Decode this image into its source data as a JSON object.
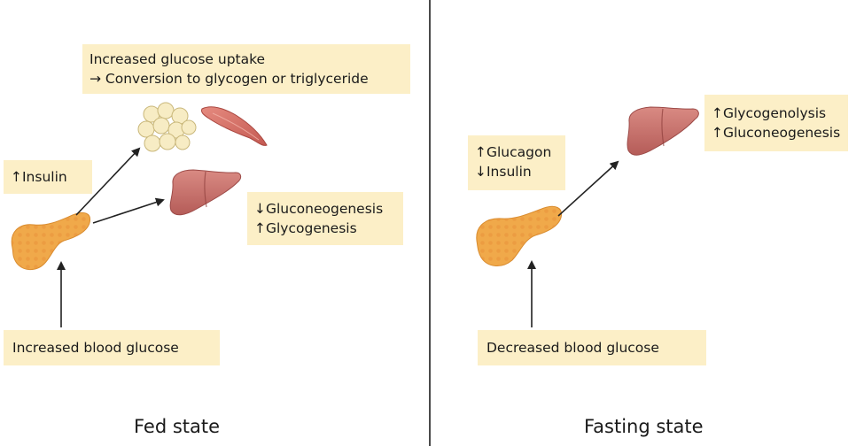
{
  "fed": {
    "caption": "Fed state",
    "uptake_box": {
      "line1": "Increased glucose uptake",
      "line2": "→ Conversion to glycogen or triglyceride"
    },
    "insulin_box": {
      "line1": "↑Insulin"
    },
    "liver_box": {
      "line1": "↓Gluconeogenesis",
      "line2": "↑Glycogenesis"
    },
    "blood_box": {
      "line1": "Increased blood glucose"
    }
  },
  "fasting": {
    "caption": "Fasting state",
    "hormone_box": {
      "line1": "↑Glucagon",
      "line2": "↓Insulin"
    },
    "liver_box": {
      "line1": "↑Glycogenolysis",
      "line2": "↑Gluconeogenesis"
    },
    "blood_box": {
      "line1": "Decreased blood glucose"
    }
  },
  "colors": {
    "box_fill": "#fcefc7",
    "pancreas": "#f0a94a",
    "liver": "#c9706b",
    "muscle": "#d9726a",
    "fat": "#f7ecc4",
    "arrow": "#222222",
    "divider": "#4a4a4a"
  },
  "icons": [
    "pancreas-icon",
    "adipose-icon",
    "muscle-icon",
    "liver-icon"
  ]
}
